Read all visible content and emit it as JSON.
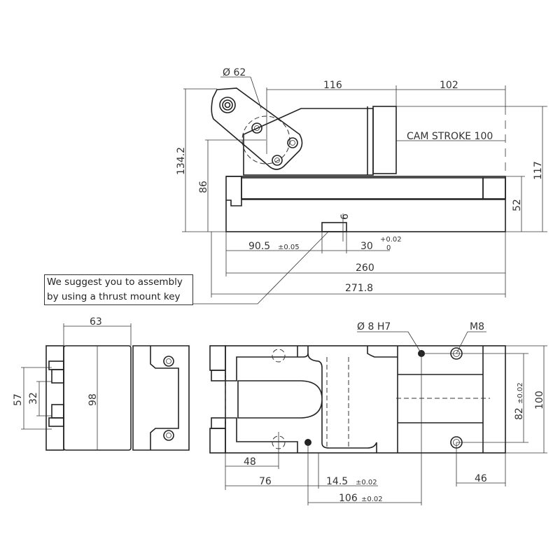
{
  "top_view": {
    "dia_label": "Ø 62",
    "dim_116": "116",
    "dim_102": "102",
    "cam_stroke": "CAM STROKE 100",
    "dim_134_2": "134.2",
    "dim_86": "86",
    "dim_117": "117",
    "dim_52": "52",
    "dim_6": "6",
    "dim_90_5": "90.5",
    "tol_90_5": "±0.05",
    "dim_30": "30",
    "tol_30_upper": "+0.02",
    "tol_30_lower": "0",
    "dim_260": "260",
    "dim_271_8": "271.8"
  },
  "note": {
    "line1": "We suggest you to assembly",
    "line2": "by using a thrust mount key"
  },
  "side_view": {
    "dim_63": "63",
    "dim_57": "57",
    "dim_32": "32",
    "dim_98": "98"
  },
  "plan_view": {
    "pin_label": "Ø 8 H7",
    "thread_label": "M8",
    "dim_100": "100",
    "dim_82": "82",
    "tol_82": "±0.02",
    "dim_48": "48",
    "dim_76": "76",
    "dim_14_5": "14.5",
    "tol_14_5": "±0.02",
    "dim_106": "106",
    "tol_106": "±0.02",
    "dim_46": "46"
  }
}
